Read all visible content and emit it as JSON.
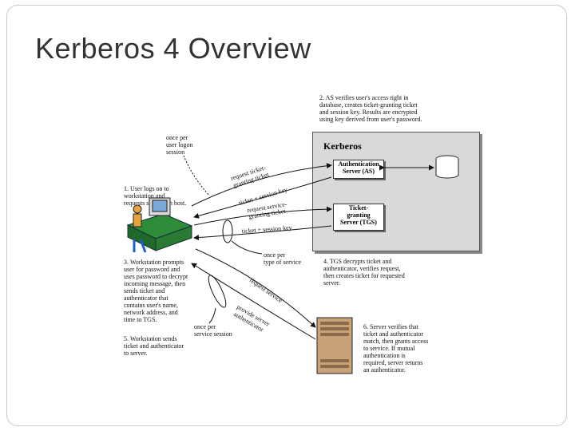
{
  "title": "Kerberos 4 Overview",
  "kerberos_label": "Kerberos",
  "as_box": [
    "Authentication",
    "Server (AS)"
  ],
  "tgs_box": [
    "Ticket-",
    "granting",
    "Server (TGS)"
  ],
  "steps": {
    "s1": [
      "1. User logs on to",
      "workstation and",
      "requests service on host."
    ],
    "s2": [
      "2. AS verifies user's access right in",
      "database, creates ticket-granting ticket",
      "and session key. Results are encrypted",
      "using key derived from user's password."
    ],
    "s3": [
      "3. Workstation prompts",
      "user for password and",
      "uses password to decrypt",
      "incoming message, then",
      "sends ticket and",
      "authenticator that",
      "contains user's name,",
      "network address, and",
      "time to TGS."
    ],
    "s4": [
      "4. TGS decrypts ticket and",
      "authenticator, verifies request,",
      "then creates ticket for requested",
      "server."
    ],
    "s5": [
      "5. Workstation sends",
      "ticket and authenticator",
      "to server."
    ],
    "s6": [
      "6. Server verifies that",
      "ticket and authenticator",
      "match, then grants access",
      "to service. If mutual",
      "authentication is",
      "required, server returns",
      "an authenticator."
    ]
  },
  "annotations": {
    "once_per_logon": [
      "once per",
      "user logon",
      "session"
    ],
    "once_per_type": [
      "once per",
      "type of service"
    ],
    "once_per_service": [
      "once per",
      "service session"
    ]
  },
  "arrow_labels": {
    "request_tgt": [
      "request ticket-",
      "granting ticket"
    ],
    "ticket_session_key": "ticket + session key",
    "request_service_ticket": [
      "request service-",
      "granting ticket"
    ],
    "ticket_session_key_2": "ticket + session key",
    "request_service": "request service",
    "provide_authenticator": [
      "provide server",
      "authenticator"
    ]
  },
  "colors": {
    "kerberos_fill": "#d9d9d9",
    "workstation": "#2e8b3a",
    "server": "#c9a27a"
  }
}
